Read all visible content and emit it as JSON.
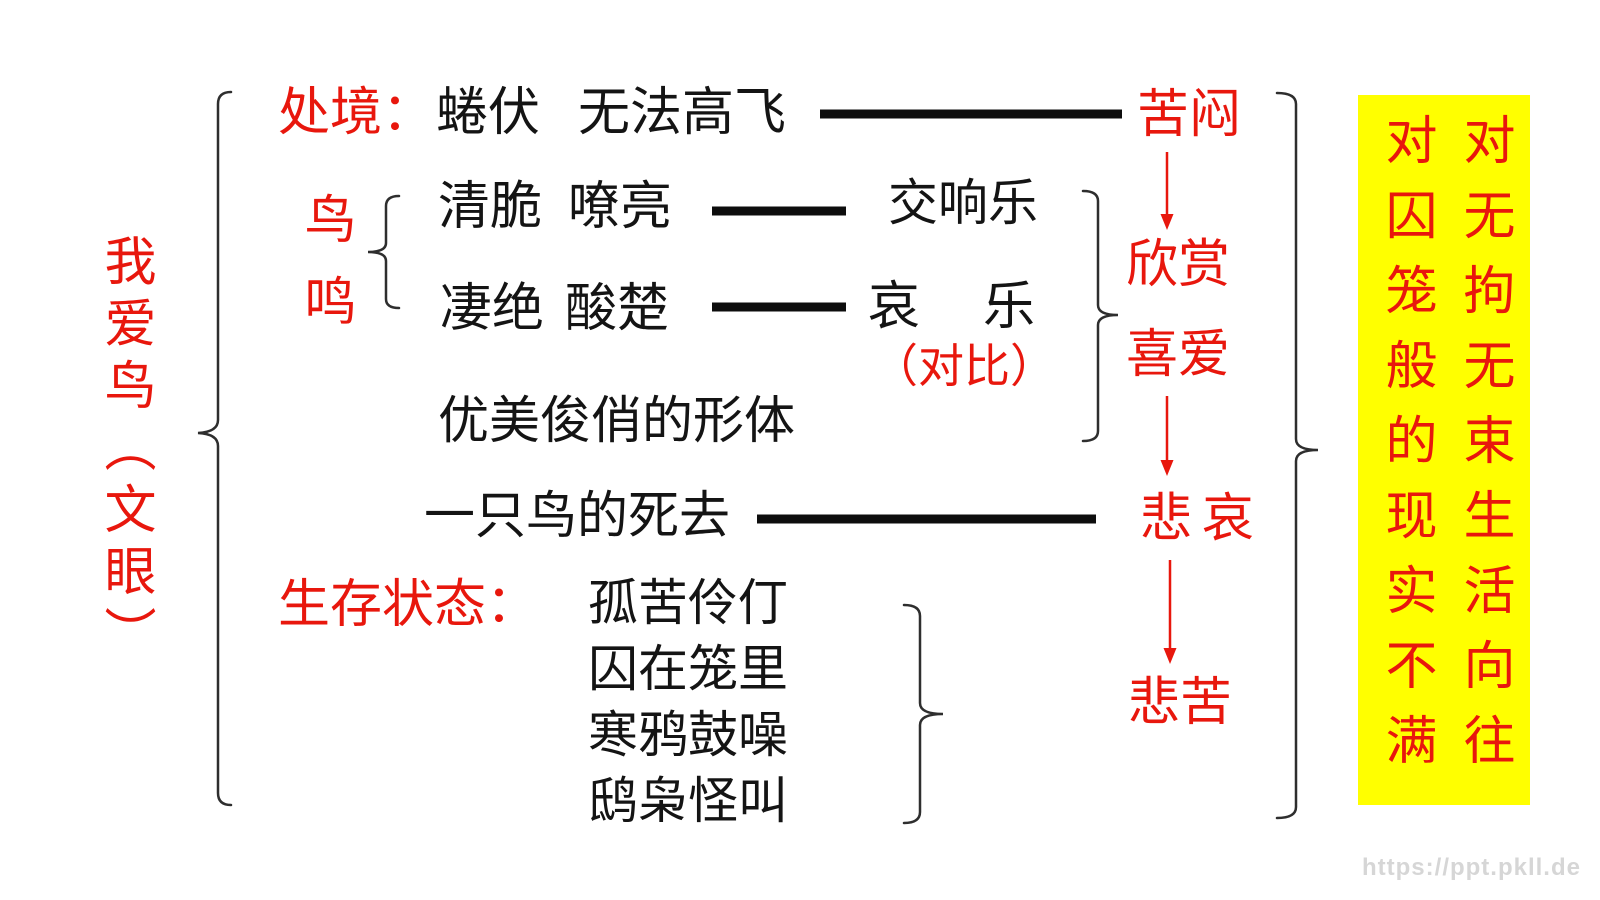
{
  "colors": {
    "accent_red": "#e8170d",
    "text_black": "#141414",
    "highlight_yellow": "#ffff00",
    "watermark_gray": "#d6d6d6"
  },
  "root": {
    "label": "我爱鸟（文眼）"
  },
  "branches": {
    "situation": {
      "key": "处境：",
      "detail_1": "蜷伏",
      "detail_2": "无法高飞",
      "feeling": "苦闷"
    },
    "birdsong": {
      "key": "鸟鸣",
      "clear": "清脆",
      "loud": "嘹亮",
      "clear_like": "交响乐",
      "sad": "凄绝",
      "bitter": "酸楚",
      "sad_like_1": "哀",
      "sad_like_2": "乐",
      "note": "（对比）",
      "feeling_1": "欣赏",
      "feeling_2": "喜爱"
    },
    "body": {
      "label": "优美俊俏的形体"
    },
    "death": {
      "label": "一只鸟的死去",
      "feeling": "悲哀"
    },
    "living": {
      "key": "生存状态：",
      "items": [
        "孤苦伶仃",
        "囚在笼里",
        "寒鸦鼓噪",
        "鸱枭怪叫"
      ],
      "feeling": "悲苦"
    }
  },
  "conclusion": {
    "column_left": "对囚笼般的现实不满",
    "column_right": "对无拘无束生活向往"
  },
  "watermark": "https://ppt.pkll.de"
}
